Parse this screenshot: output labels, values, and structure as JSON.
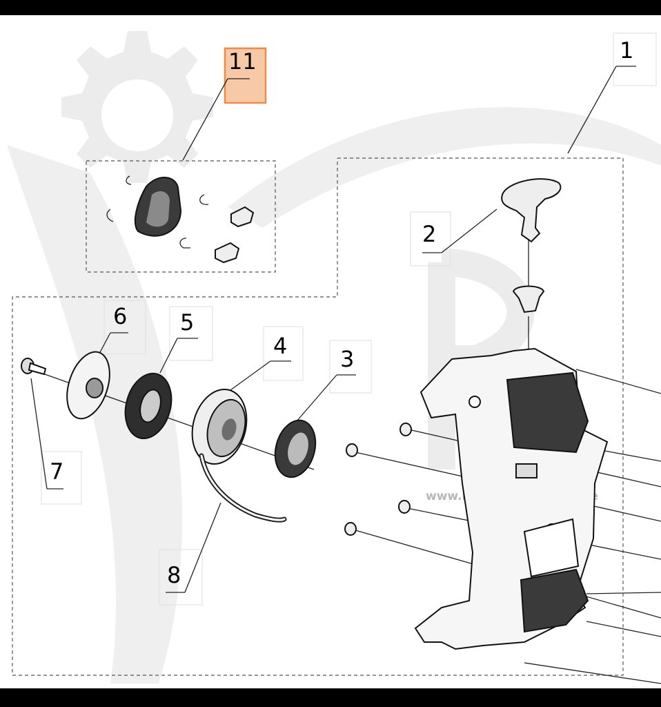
{
  "watermark": {
    "text": "www.reservdelaronline.se"
  },
  "callouts": [
    {
      "id": "1",
      "label": "1",
      "highlighted": false
    },
    {
      "id": "2",
      "label": "2",
      "highlighted": false
    },
    {
      "id": "3",
      "label": "3",
      "highlighted": false
    },
    {
      "id": "4",
      "label": "4",
      "highlighted": false
    },
    {
      "id": "5",
      "label": "5",
      "highlighted": false
    },
    {
      "id": "6",
      "label": "6",
      "highlighted": false
    },
    {
      "id": "7",
      "label": "7",
      "highlighted": false
    },
    {
      "id": "8",
      "label": "8",
      "highlighted": false
    },
    {
      "id": "11",
      "label": "11",
      "highlighted": true
    }
  ],
  "colors": {
    "highlight": "#f08a4b",
    "highlight_fill": "#f7c9a6",
    "frame": "#000000",
    "page": "#ffffff"
  }
}
